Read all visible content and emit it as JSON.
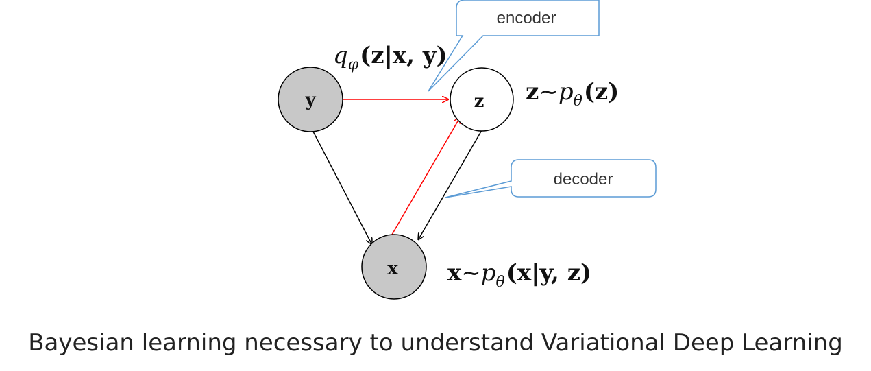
{
  "nodes": {
    "y": "y",
    "z": "z",
    "x": "x"
  },
  "formulas": {
    "encoder_dist": {
      "base": "q",
      "sub": "φ",
      "args": "(z|x, y)"
    },
    "prior": {
      "var": "z",
      "sim": "~",
      "base": "p",
      "sub": "θ",
      "args": "(z)"
    },
    "likelihood": {
      "var": "x",
      "sim": "~",
      "base": "p",
      "sub": "θ",
      "args": "(x|y, z)"
    }
  },
  "callouts": {
    "encoder": "encoder",
    "decoder": "decoder"
  },
  "caption": "Bayesian learning necessary to understand Variational Deep Learning",
  "colors": {
    "observed_fill": "#c8c8c8",
    "latent_fill": "#ffffff",
    "red_edge": "#ff0000",
    "black_edge": "#000000",
    "callout_border": "#5b9bd5"
  }
}
